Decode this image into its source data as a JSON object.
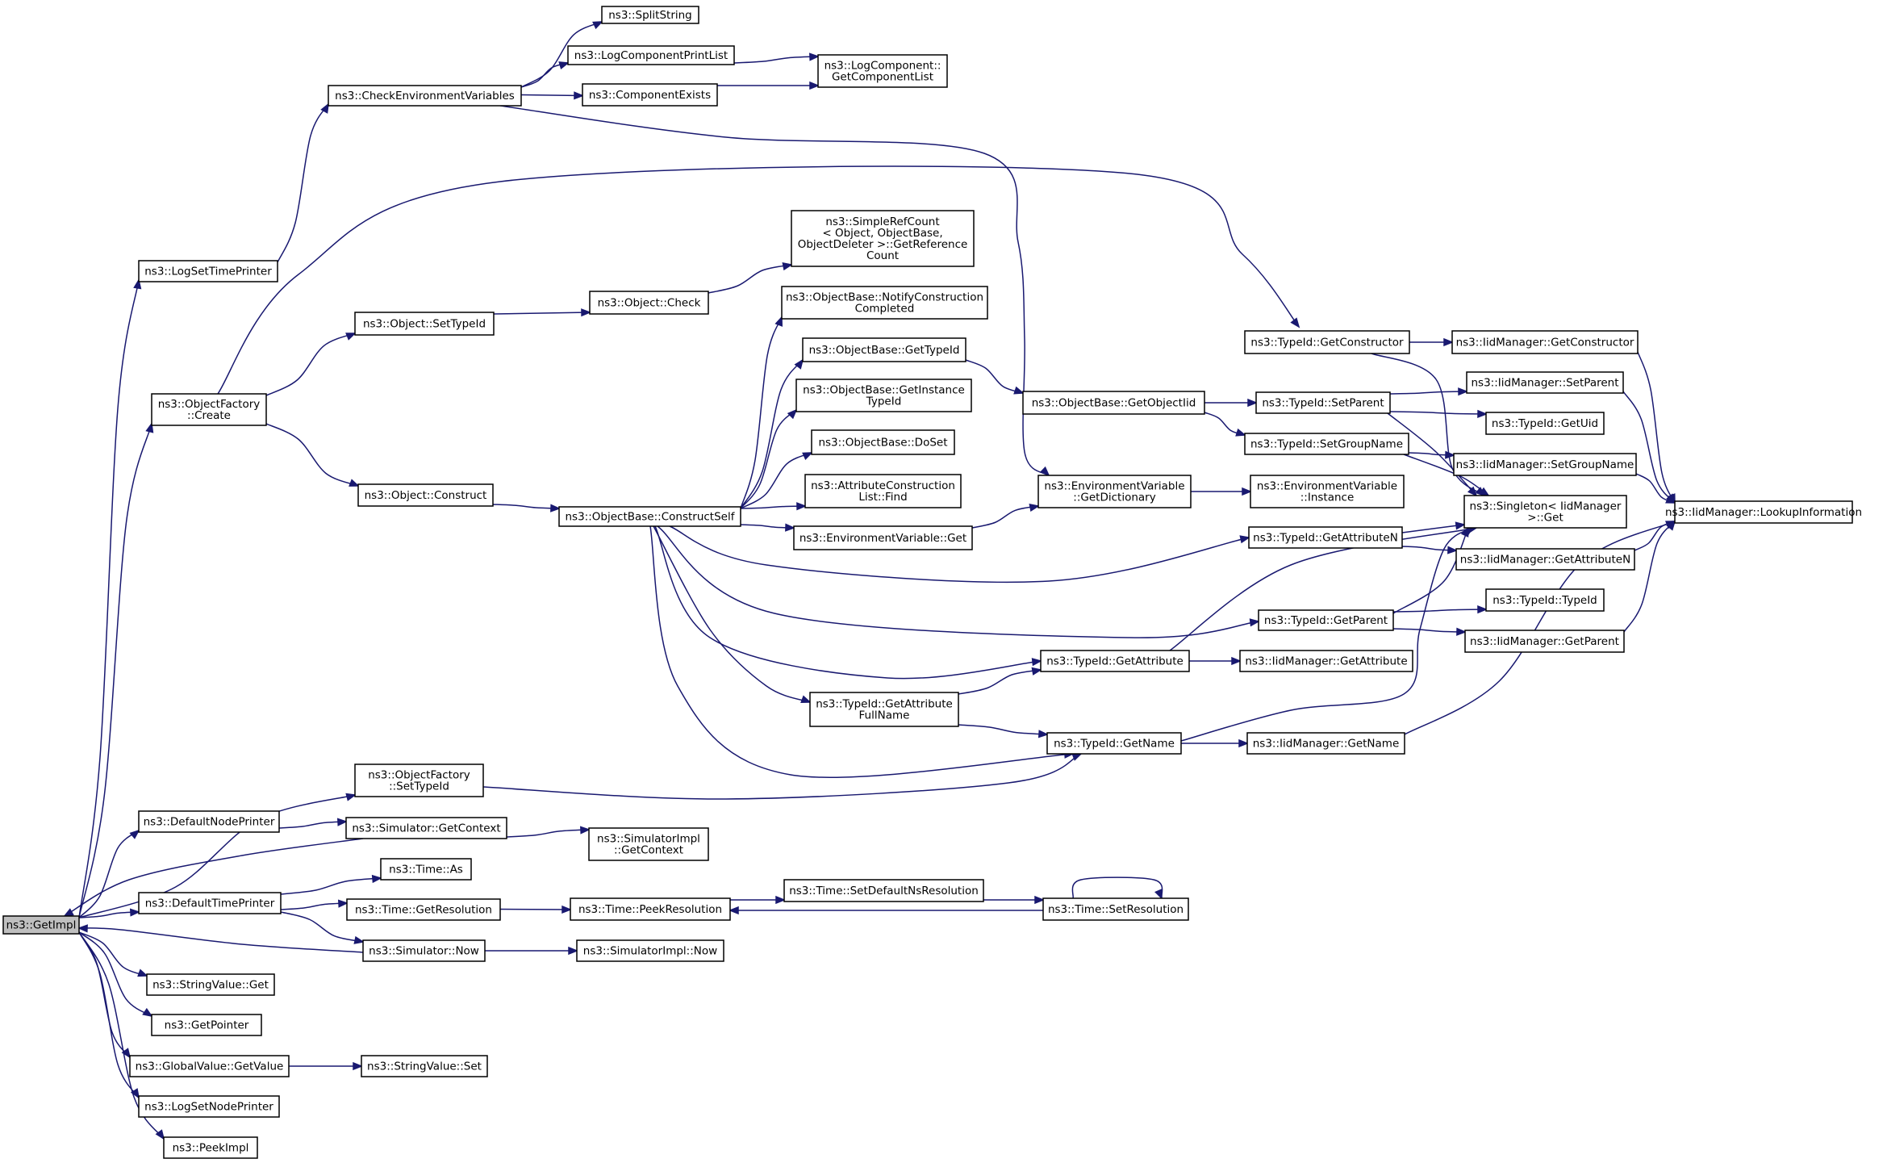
{
  "nodes": {
    "getimpl": [
      "ns3::GetImpl"
    ],
    "logsettimeprinter": [
      "ns3::LogSetTimePrinter"
    ],
    "checkenv": [
      "ns3::CheckEnvironmentVariables"
    ],
    "splitstring": [
      "ns3::SplitString"
    ],
    "logcompprintlist": [
      "ns3::LogComponentPrintList"
    ],
    "componentexists": [
      "ns3::ComponentExists"
    ],
    "logcompgetlist": [
      "ns3::LogComponent::",
      "GetComponentList"
    ],
    "objfactcreate": [
      "ns3::ObjectFactory",
      "::Create"
    ],
    "objsettypeid": [
      "ns3::Object::SetTypeId"
    ],
    "objcheck": [
      "ns3::Object::Check"
    ],
    "simplerefcount": [
      "ns3::SimpleRefCount",
      "< Object, ObjectBase,",
      "ObjectDeleter >::GetReference",
      "Count"
    ],
    "notifyconstruction": [
      "ns3::ObjectBase::NotifyConstruction",
      "Completed"
    ],
    "obgettypeid": [
      "ns3::ObjectBase::GetTypeId"
    ],
    "obgetinstancetypeid": [
      "ns3::ObjectBase::GetInstance",
      "TypeId"
    ],
    "obdoset": [
      "ns3::ObjectBase::DoSet"
    ],
    "attrconstfind": [
      "ns3::AttributeConstruction",
      "List::Find"
    ],
    "envget": [
      "ns3::EnvironmentVariable::Get"
    ],
    "objconstruct": [
      "ns3::Object::Construct"
    ],
    "obconstructself": [
      "ns3::ObjectBase::ConstructSelf"
    ],
    "obgetobjectiid": [
      "ns3::ObjectBase::GetObjectIid"
    ],
    "envgetdict": [
      "ns3::EnvironmentVariable",
      "::GetDictionary"
    ],
    "envinstance": [
      "ns3::EnvironmentVariable",
      "::Instance"
    ],
    "tidgetconstructor": [
      "ns3::TypeId::GetConstructor"
    ],
    "tidsetparent": [
      "ns3::TypeId::SetParent"
    ],
    "tidsetgroupname": [
      "ns3::TypeId::SetGroupName"
    ],
    "tidgetattributen": [
      "ns3::TypeId::GetAttributeN"
    ],
    "tidgetparent": [
      "ns3::TypeId::GetParent"
    ],
    "tidgetattribute": [
      "ns3::TypeId::GetAttribute"
    ],
    "tidgetattrfullname": [
      "ns3::TypeId::GetAttribute",
      "FullName"
    ],
    "tidgetname": [
      "ns3::TypeId::GetName"
    ],
    "iidgetconstructor": [
      "ns3::IidManager::GetConstructor"
    ],
    "iidsetparent": [
      "ns3::IidManager::SetParent"
    ],
    "tidgetuid": [
      "ns3::TypeId::GetUid"
    ],
    "iidsetgroupname": [
      "ns3::IidManager::SetGroupName"
    ],
    "singletonget": [
      "ns3::Singleton< IidManager",
      ">::Get"
    ],
    "iidgetattributen": [
      "ns3::IidManager::GetAttributeN"
    ],
    "tidtypeid": [
      "ns3::TypeId::TypeId"
    ],
    "iidgetparent": [
      "ns3::IidManager::GetParent"
    ],
    "iidgetattribute": [
      "ns3::IidManager::GetAttribute"
    ],
    "iidgetname": [
      "ns3::IidManager::GetName"
    ],
    "iidlookup": [
      "ns3::IidManager::LookupInformation"
    ],
    "objfactsettypeid": [
      "ns3::ObjectFactory",
      "::SetTypeId"
    ],
    "defaultnodeprinter": [
      "ns3::DefaultNodePrinter"
    ],
    "simgetcontext": [
      "ns3::Simulator::GetContext"
    ],
    "simimplgetcontext": [
      "ns3::SimulatorImpl",
      "::GetContext"
    ],
    "timeas": [
      "ns3::Time::As"
    ],
    "defaulttimeprinter": [
      "ns3::DefaultTimePrinter"
    ],
    "timegetresolution": [
      "ns3::Time::GetResolution"
    ],
    "timepeekresolution": [
      "ns3::Time::PeekResolution"
    ],
    "timesetdefaultns": [
      "ns3::Time::SetDefaultNsResolution"
    ],
    "timesetresolution": [
      "ns3::Time::SetResolution"
    ],
    "simnow": [
      "ns3::Simulator::Now"
    ],
    "simimplnow": [
      "ns3::SimulatorImpl::Now"
    ],
    "stringvalueget": [
      "ns3::StringValue::Get"
    ],
    "getpointer": [
      "ns3::GetPointer"
    ],
    "globalvaluegetvalue": [
      "ns3::GlobalValue::GetValue"
    ],
    "stringvalueset": [
      "ns3::StringValue::Set"
    ],
    "logsetnodeprinter": [
      "ns3::LogSetNodePrinter"
    ],
    "peekimpl": [
      "ns3::PeekImpl"
    ]
  },
  "edges": [
    [
      "getimpl",
      "logsettimeprinter"
    ],
    [
      "getimpl",
      "objfactcreate"
    ],
    [
      "getimpl",
      "objfactsettypeid"
    ],
    [
      "getimpl",
      "defaultnodeprinter"
    ],
    [
      "getimpl",
      "defaulttimeprinter"
    ],
    [
      "getimpl",
      "stringvalueget"
    ],
    [
      "getimpl",
      "getpointer"
    ],
    [
      "getimpl",
      "globalvaluegetvalue"
    ],
    [
      "getimpl",
      "logsetnodeprinter"
    ],
    [
      "getimpl",
      "peekimpl"
    ],
    [
      "logsettimeprinter",
      "checkenv"
    ],
    [
      "checkenv",
      "splitstring"
    ],
    [
      "checkenv",
      "logcompprintlist"
    ],
    [
      "checkenv",
      "componentexists"
    ],
    [
      "checkenv",
      "envgetdict"
    ],
    [
      "logcompprintlist",
      "logcompgetlist"
    ],
    [
      "componentexists",
      "logcompgetlist"
    ],
    [
      "objfactcreate",
      "tidgetconstructor"
    ],
    [
      "objfactcreate",
      "objsettypeid"
    ],
    [
      "objfactcreate",
      "objconstruct"
    ],
    [
      "objsettypeid",
      "objcheck"
    ],
    [
      "objcheck",
      "simplerefcount"
    ],
    [
      "objconstruct",
      "obconstructself"
    ],
    [
      "obconstructself",
      "notifyconstruction"
    ],
    [
      "obconstructself",
      "obgettypeid"
    ],
    [
      "obconstructself",
      "obgetinstancetypeid"
    ],
    [
      "obconstructself",
      "obdoset"
    ],
    [
      "obconstructself",
      "attrconstfind"
    ],
    [
      "obconstructself",
      "envget"
    ],
    [
      "obconstructself",
      "tidgetattributen"
    ],
    [
      "obconstructself",
      "tidgetparent"
    ],
    [
      "obconstructself",
      "tidgetattribute"
    ],
    [
      "obconstructself",
      "tidgetattrfullname"
    ],
    [
      "obconstructself",
      "tidgetname"
    ],
    [
      "obgettypeid",
      "obgetobjectiid"
    ],
    [
      "obgetobjectiid",
      "tidsetparent"
    ],
    [
      "obgetobjectiid",
      "tidsetgroupname"
    ],
    [
      "envget",
      "envgetdict"
    ],
    [
      "envgetdict",
      "envinstance"
    ],
    [
      "tidgetconstructor",
      "iidgetconstructor"
    ],
    [
      "tidgetconstructor",
      "singletonget"
    ],
    [
      "tidsetparent",
      "iidsetparent"
    ],
    [
      "tidsetparent",
      "tidgetuid"
    ],
    [
      "tidsetparent",
      "singletonget"
    ],
    [
      "tidsetgroupname",
      "iidsetgroupname"
    ],
    [
      "tidsetgroupname",
      "singletonget"
    ],
    [
      "tidgetattributen",
      "singletonget"
    ],
    [
      "tidgetattributen",
      "iidgetattributen"
    ],
    [
      "tidgetparent",
      "singletonget"
    ],
    [
      "tidgetparent",
      "tidtypeid"
    ],
    [
      "tidgetparent",
      "iidgetparent"
    ],
    [
      "tidgetattribute",
      "singletonget"
    ],
    [
      "tidgetattribute",
      "iidgetattribute"
    ],
    [
      "tidgetattrfullname",
      "tidgetattribute"
    ],
    [
      "tidgetattrfullname",
      "tidgetname"
    ],
    [
      "tidgetname",
      "singletonget"
    ],
    [
      "tidgetname",
      "iidgetname"
    ],
    [
      "iidgetconstructor",
      "iidlookup"
    ],
    [
      "iidsetparent",
      "iidlookup"
    ],
    [
      "iidsetgroupname",
      "iidlookup"
    ],
    [
      "iidgetattributen",
      "iidlookup"
    ],
    [
      "iidgetparent",
      "iidlookup"
    ],
    [
      "iidgetname",
      "iidlookup"
    ],
    [
      "objfactsettypeid",
      "tidgetname"
    ],
    [
      "defaultnodeprinter",
      "simgetcontext"
    ],
    [
      "simgetcontext",
      "simimplgetcontext"
    ],
    [
      "simgetcontext",
      "getimpl"
    ],
    [
      "defaulttimeprinter",
      "timeas"
    ],
    [
      "defaulttimeprinter",
      "timegetresolution"
    ],
    [
      "defaulttimeprinter",
      "simnow"
    ],
    [
      "timegetresolution",
      "timepeekresolution"
    ],
    [
      "timepeekresolution",
      "timesetdefaultns"
    ],
    [
      "timesetdefaultns",
      "timesetresolution"
    ],
    [
      "timesetresolution",
      "timesetresolution"
    ],
    [
      "timesetresolution",
      "timepeekresolution"
    ],
    [
      "simnow",
      "simimplnow"
    ],
    [
      "simnow",
      "getimpl"
    ],
    [
      "globalvaluegetvalue",
      "stringvalueset"
    ]
  ]
}
